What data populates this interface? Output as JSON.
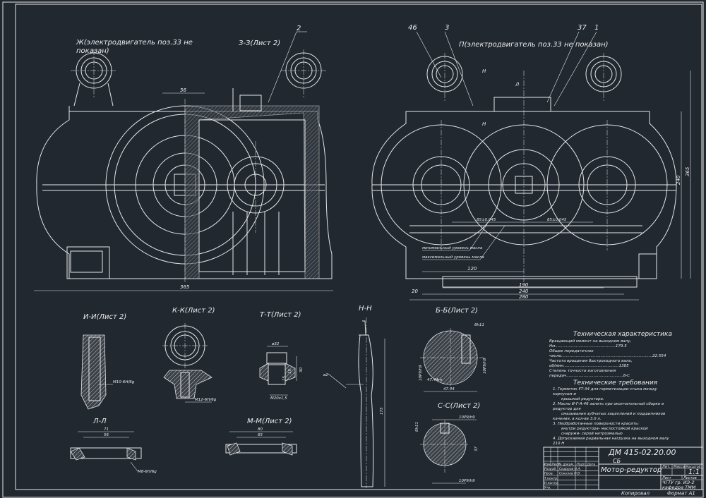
{
  "title_block": {
    "designation": "ДМ 415-02.20.00",
    "doc_type": "СБ",
    "name": "Мотор-редуктор",
    "scale": "1:1",
    "copied": "Копировал",
    "format": "Формат  А1",
    "headers": [
      "Изм.",
      "Лист",
      "№ докум.",
      "Подп.",
      "Дата"
    ],
    "roles": [
      "Разраб.",
      "Пров.",
      "Т.контр.",
      "Н.контр.",
      "Утв."
    ],
    "people": [
      "Сидоров Н.А.",
      "Соколов О.В."
    ],
    "cols": [
      "Лит.",
      "Масса",
      "Масштаб"
    ],
    "sheet": "Лист",
    "sheets": "Листов",
    "org": "ЧГТУ гр. ИЭ-2 кафедра ТММ"
  },
  "views": {
    "left_note": "Ж(электродвигатель поз.33 не показан)",
    "left_section": "З-З(Лист 2)",
    "right_note": "П(электродвигатель поз.33 не показан)",
    "callouts": [
      "2",
      "46",
      "3",
      "37",
      "1"
    ],
    "arrows": [
      "Н",
      "Н",
      "Л"
    ],
    "dims_left": [
      "56",
      "365"
    ],
    "dims_right": [
      "85±0.045",
      "85±0.045",
      "120",
      "190",
      "240",
      "280",
      "20",
      "240",
      "365"
    ],
    "level_notes": [
      "минимальный уровень масла",
      "максимальный уровень масла"
    ]
  },
  "sections": [
    {
      "label": "И-И(Лист 2)",
      "dims": [
        "М10-6Н/6g"
      ]
    },
    {
      "label": "К-К(Лист 2)",
      "dims": [
        "М12-6Н/6g"
      ]
    },
    {
      "label": "Т-Т(Лист 2)",
      "dims": [
        "ø32",
        "15",
        "30",
        "15",
        "М20х1,5"
      ]
    },
    {
      "label": "Н-Н",
      "dims": [
        "ø2",
        "175"
      ]
    },
    {
      "label": "Б-Б(Лист 2)",
      "dims": [
        "8h11",
        "10Р9/h9",
        "10Р9/h9",
        "47.44",
        "47.44m"
      ]
    },
    {
      "label": "С-С(Лист 2)",
      "dims": [
        "10Р9/h9",
        "8h11",
        "37",
        "10Р9/h9"
      ]
    },
    {
      "label": "Л-Л",
      "dims": [
        "71",
        "56",
        "М8-6Н/6g"
      ]
    },
    {
      "label": "М-М(Лист 2)",
      "dims": [
        "80",
        "65"
      ]
    }
  ],
  "tech_characteristics": {
    "title": "Техническая характеристика",
    "lines": [
      "Вращающий момент на выходном валу,",
      "Нм.................................................179.5",
      "Общее передаточное",
      "число..........................................................................22.554",
      "Частота вращения быстроходного вала,",
      "об/мин.............................................1385",
      "Степень точности изготовления",
      "передач..............................................8-С"
    ]
  },
  "tech_requirements": {
    "title": "Технические требования",
    "lines": [
      "1. Герметик УТ-34 для герметизации стыка между",
      "корпусом и",
      "крышкой редуктора.",
      "2. Масло И-Г-А-46 залить при окончательной сборке в",
      "редуктор для",
      "смазывания зубчатых зацеплений и подшипников",
      "качения, в кол-ве 3.0 л.",
      "3. Необработанные поверхности красить:",
      "внутри редуктора- маслостойкой краской",
      "снаружи- серой нитроэмалью",
      "4. Допускаемая радиальная нагрузка на выходном валу",
      "210 Н"
    ]
  }
}
